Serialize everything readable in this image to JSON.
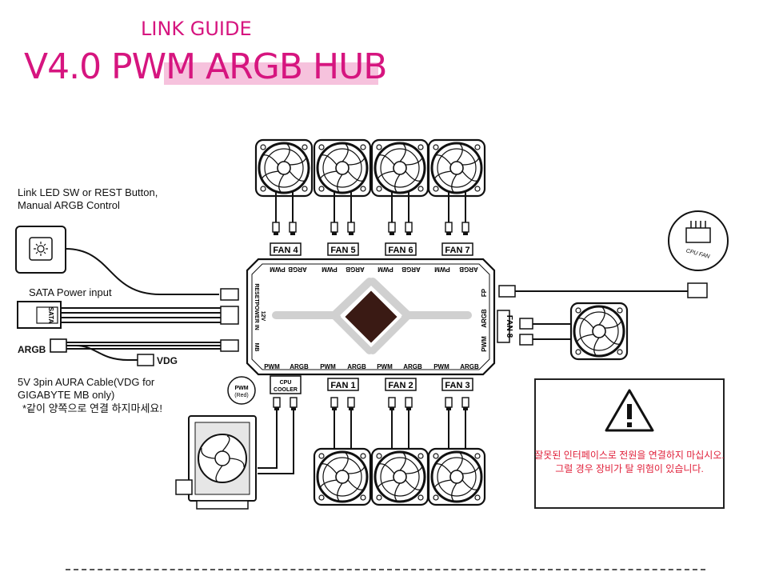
{
  "header": {
    "subtitle": "LINK GUIDE",
    "title": "V4.0 PWM ARGB HUB"
  },
  "notes": {
    "link_led": [
      "Link LED SW or REST Button,",
      "Manual ARGB Control"
    ],
    "sata": "SATA Power input",
    "sata_plug": "SATA",
    "argb": "ARGB",
    "vdg": "VDG",
    "aura": [
      "5V 3pin AURA Cable(VDG for",
      "GIGABYTE MB only)"
    ],
    "korean_note": "*같이 양쪽으로 연결 하지마세요!"
  },
  "hub": {
    "top_ports": [
      {
        "fan": "FAN 4",
        "pwm": "PWM",
        "argb": "ARGB"
      },
      {
        "fan": "FAN 5",
        "pwm": "PWM",
        "argb": "ARGB"
      },
      {
        "fan": "FAN 6",
        "pwm": "PWM",
        "argb": "ARGB"
      },
      {
        "fan": "FAN 7",
        "pwm": "PWM",
        "argb": "ARGB"
      }
    ],
    "bottom_ports": [
      {
        "fan": "CPU COOLER",
        "pwm": "PWM",
        "argb": "ARGB"
      },
      {
        "fan": "FAN 1",
        "pwm": "PWM",
        "argb": "ARGB"
      },
      {
        "fan": "FAN 2",
        "pwm": "PWM",
        "argb": "ARGB"
      },
      {
        "fan": "FAN 3",
        "pwm": "PWM",
        "argb": "ARGB"
      }
    ],
    "left_labels": {
      "reset": "RESET",
      "power_in": "POWER IN",
      "v12": "12V",
      "mb": "MB"
    },
    "right_labels": {
      "fp": "FP",
      "argb": "ARGB",
      "pwm": "PWM",
      "fan8": "FAN 8"
    },
    "cpu_cooler_lines": [
      "CPU",
      "COOLER"
    ],
    "pwm_red": [
      "PWM",
      "(Red)"
    ],
    "cpu_fan": "CPU FAN"
  },
  "warning": {
    "line1": "잘못된 인터페이스로 전원을 연결하지 마십시오.",
    "line2": "그럴 경우 장비가 탈 위험이 있습니다."
  },
  "colors": {
    "accent": "#d6157f",
    "highlight": "#f6c2dd",
    "warning_text": "#e0203a"
  }
}
